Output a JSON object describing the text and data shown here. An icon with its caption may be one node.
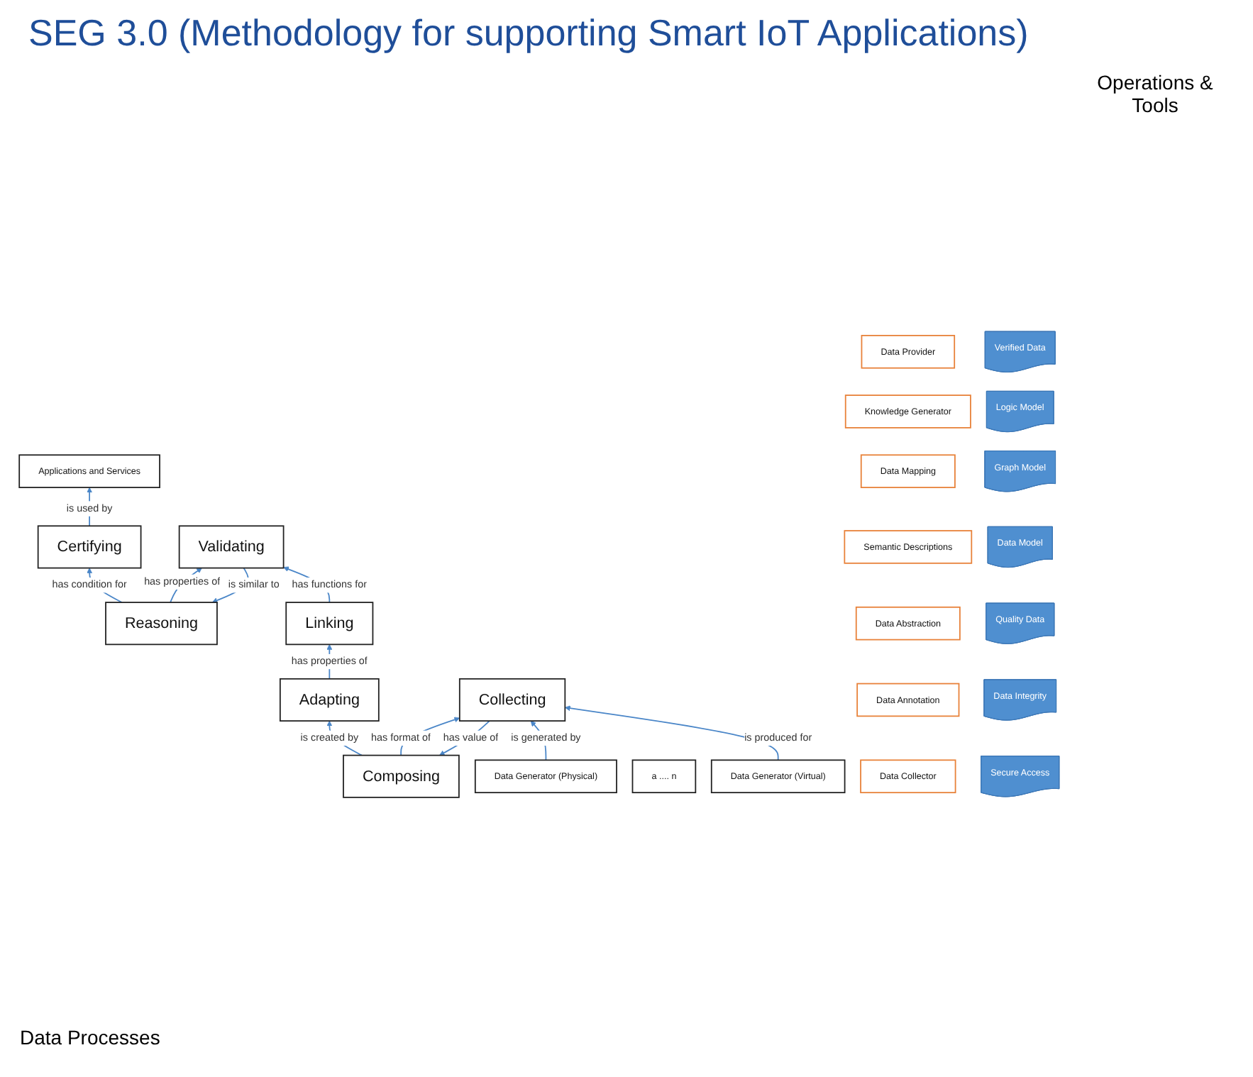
{
  "diagram": {
    "title": "SEG 3.0 (Methodology for supporting Smart IoT Applications)",
    "nodes": [
      {
        "text": [
          "Applications and Services"
        ]
      },
      {
        "text": [
          "Certifying"
        ]
      },
      {
        "text": [
          "Reasoning"
        ]
      },
      {
        "text": [
          "Validating"
        ]
      },
      {
        "text": [
          "Linking"
        ]
      },
      {
        "text": [
          "Adapting"
        ]
      },
      {
        "text": [
          "Composing"
        ]
      },
      {
        "text": [
          "Collecting"
        ]
      },
      {
        "text": [
          "Data Generator (Physical)"
        ]
      },
      {
        "text": [
          "a .... n"
        ]
      },
      {
        "text": [
          "Data Generator (Virtual)"
        ]
      },
      {
        "text": [
          "Data Provider"
        ]
      },
      {
        "text": [
          "Knowledge Generator"
        ]
      },
      {
        "text": [
          "Data Mapping"
        ]
      },
      {
        "text": [
          "Semantic Descriptions"
        ]
      },
      {
        "text": [
          "Data Abstraction"
        ]
      },
      {
        "text": [
          "Data Annotation"
        ]
      },
      {
        "text": [
          "Data Collector"
        ]
      },
      {
        "text": [
          "Verified Data"
        ]
      },
      {
        "text": [
          "Logic Model"
        ]
      },
      {
        "text": [
          "Graph Model"
        ]
      },
      {
        "text": [
          "Data Model"
        ]
      },
      {
        "text": [
          "Quality Data"
        ]
      },
      {
        "text": [
          "Data Integrity"
        ]
      },
      {
        "text": [
          "Secure Access"
        ]
      }
    ],
    "edges": [
      {
        "from": 1,
        "to": 0,
        "arrow": "to",
        "label": "is used by"
      },
      {
        "from": 2,
        "to": 1,
        "arrow": "to",
        "label": "has condition for"
      },
      {
        "from": 2,
        "to": 3,
        "arrow": "to",
        "label": "has properties of"
      },
      {
        "from": 3,
        "to": 2,
        "arrow": "to",
        "label": "is similar to"
      },
      {
        "from": 4,
        "to": 3,
        "arrow": "to",
        "label": "has functions for"
      },
      {
        "from": 5,
        "to": 4,
        "arrow": "to",
        "label": "has properties of"
      },
      {
        "from": 6,
        "to": 5,
        "arrow": "to",
        "label": "is created by"
      },
      {
        "from": 6,
        "to": 7,
        "arrow": "to",
        "label": "has format of"
      },
      {
        "from": 7,
        "to": 6,
        "arrow": "to",
        "label": "has value of"
      },
      {
        "from": 8,
        "to": 7,
        "arrow": "to",
        "label": "is generated by"
      },
      {
        "from": 10,
        "to": 7,
        "arrow": "to",
        "label": "is produced for"
      }
    ],
    "labels": [
      "Operations & Tools",
      "Data Processes"
    ]
  }
}
